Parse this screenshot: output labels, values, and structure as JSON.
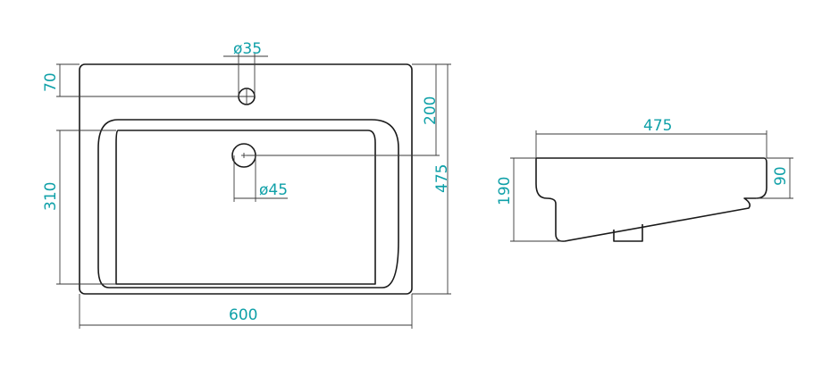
{
  "dimensions": {
    "hole_diameter": "ø35",
    "hole_offset": "70",
    "bowl_top_depth": "200",
    "bowl_depth": "310",
    "total_depth": "475",
    "width": "600",
    "drain_diameter": "ø45",
    "side_depth": "475",
    "side_height": "190",
    "rim_height": "90"
  },
  "colors": {
    "label": "#0fa0a8",
    "outline": "#1a1a1a",
    "dimension_line": "#3a3a3a"
  }
}
